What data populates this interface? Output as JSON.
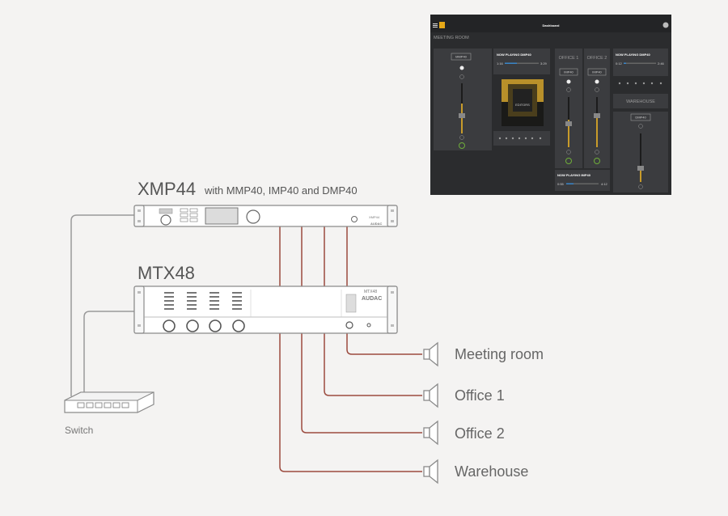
{
  "dashboard": {
    "title": "Dashboard",
    "room": "MEETING ROOM",
    "zones": {
      "mmp_label": "MMP40",
      "office1": "OFFICE 1",
      "office2": "OFFICE 2",
      "imp_label": "IMP40",
      "warehouse": "WAREHOUSE",
      "dmp_label": "DMP40"
    },
    "players": [
      {
        "label": "NOW PLAYING DMP40",
        "elapsed": "1:16",
        "total": "3:29",
        "progress": 0.36
      },
      {
        "label": "NOW PLAYING DMP40",
        "elapsed": "0:12",
        "total": "2:46",
        "progress": 0.07
      },
      {
        "label": "NOW PLAYING IMP40",
        "elapsed": "0:55",
        "total": "4:12",
        "progress": 0.22
      }
    ],
    "album_text": "EDITORS",
    "colors": {
      "background": "#2b2c2e",
      "accent": "#3a86c8",
      "level": "#c89b2a",
      "power": "#6fae3a"
    }
  },
  "devices": {
    "xmp_title": "XMP44",
    "xmp_subtitle": "with MMP40, IMP40 and DMP40",
    "mtx_title": "MTX48",
    "mtx_brand": "AUDAC",
    "mtx_model": "MTX48",
    "xmp_brand": "AUDAC",
    "xmp_model": "XMP44"
  },
  "switch_label": "Switch",
  "outputs": [
    "Meeting room",
    "Office 1",
    "Office 2",
    "Warehouse"
  ],
  "colors": {
    "speaker_wire": "#9b4a3e",
    "network_wire": "#9a9a9a",
    "device_outline": "#8a8a8a"
  }
}
